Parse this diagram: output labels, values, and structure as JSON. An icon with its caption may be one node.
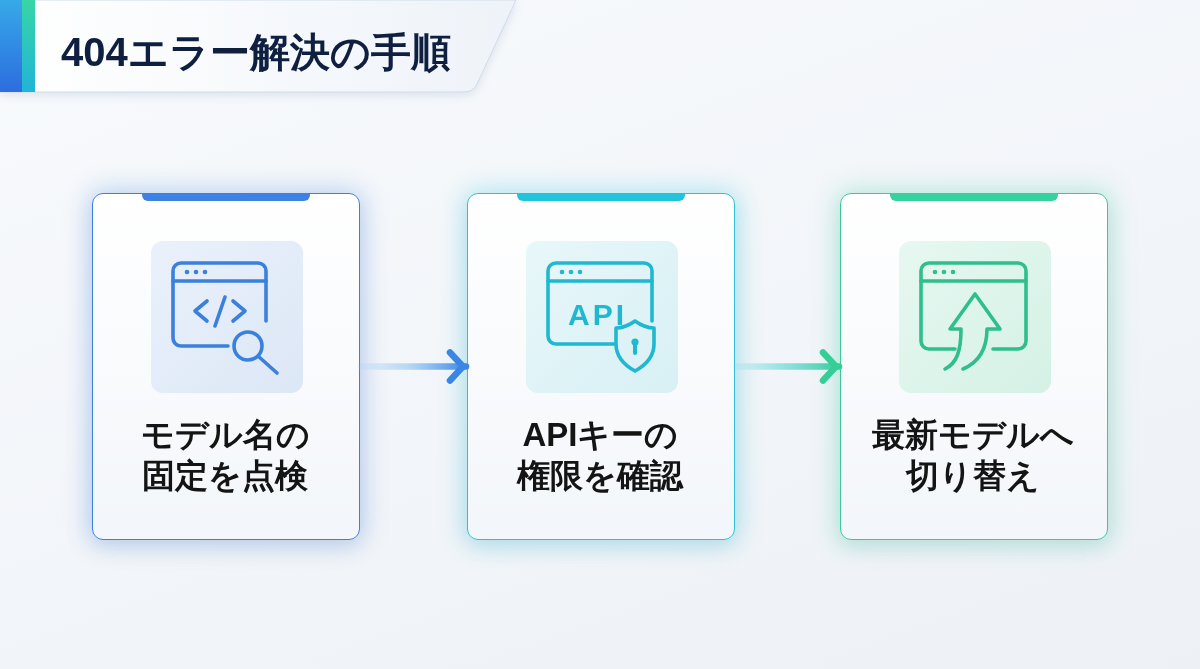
{
  "diagram": {
    "title": "404エラー解決の手順",
    "nodes": [
      {
        "text": [
          "モデル名の固定を点検"
        ]
      },
      {
        "text": [
          "API",
          "APIキーの権限を確認"
        ]
      },
      {
        "text": [
          "最新モデルへ切り替え"
        ]
      }
    ],
    "edges": [
      {
        "from": 0,
        "to": 1,
        "arrow": "to"
      },
      {
        "from": 1,
        "to": 2,
        "arrow": "to"
      }
    ]
  }
}
